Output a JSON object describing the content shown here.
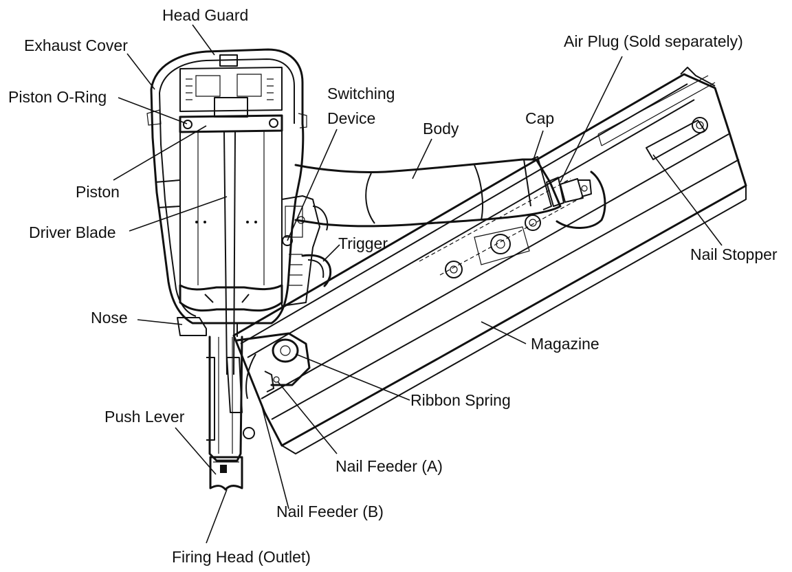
{
  "labels": {
    "head_guard": "Head Guard",
    "exhaust_cover": "Exhaust Cover",
    "piston_o_ring": "Piston O-Ring",
    "switching_device_line1": "Switching",
    "switching_device_line2": "Device",
    "body": "Body",
    "cap": "Cap",
    "air_plug": "Air Plug (Sold separately)",
    "piston": "Piston",
    "driver_blade": "Driver Blade",
    "trigger": "Trigger",
    "nail_stopper": "Nail Stopper",
    "nose": "Nose",
    "magazine": "Magazine",
    "ribbon_spring": "Ribbon Spring",
    "push_lever": "Push Lever",
    "nail_feeder_a": "Nail Feeder (A)",
    "nail_feeder_b": "Nail Feeder (B)",
    "firing_head": "Firing Head (Outlet)"
  },
  "colors": {
    "line": "#111111",
    "background": "#ffffff"
  }
}
